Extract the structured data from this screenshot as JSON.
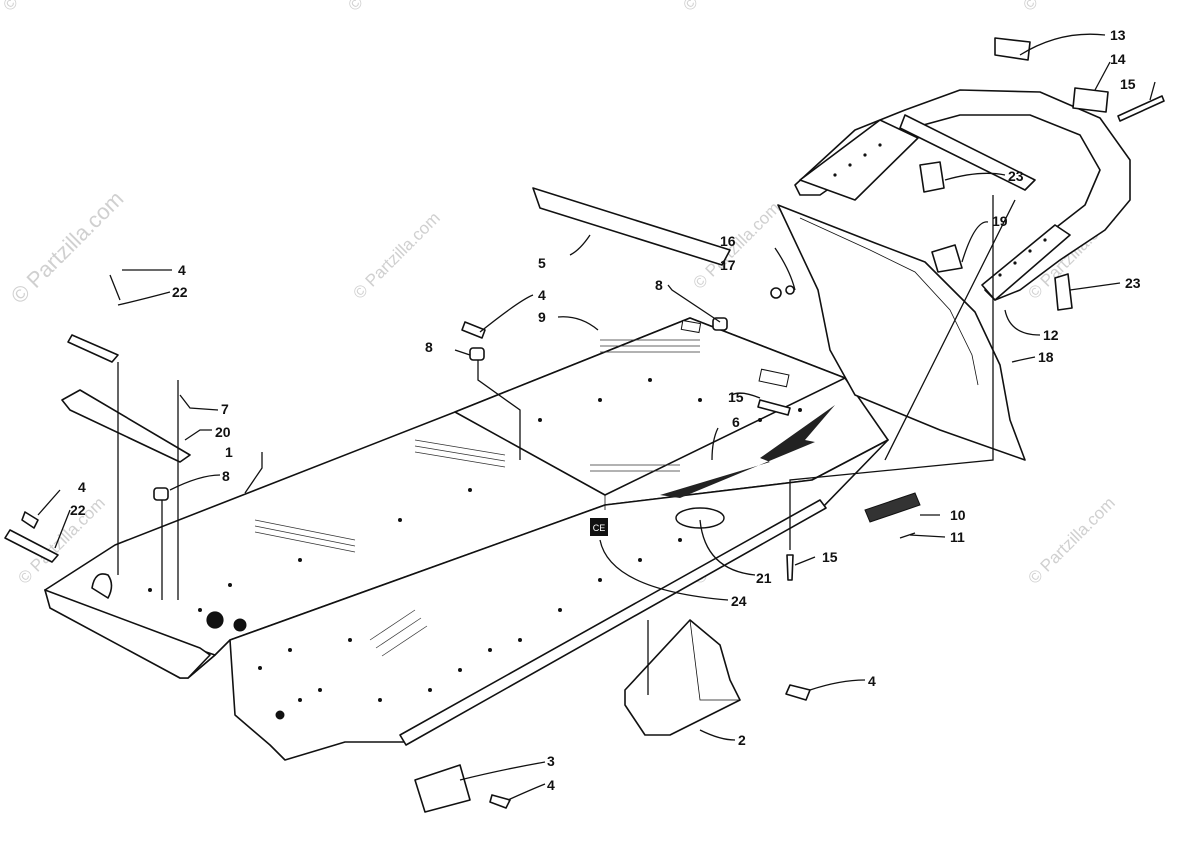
{
  "watermark": {
    "main_text": "© Partzilla.com",
    "tile_text": "© Partzilla.com",
    "color": "#d0d0d0"
  },
  "decal_text": "CE",
  "callouts": [
    {
      "id": "c1",
      "label": "1"
    },
    {
      "id": "c2",
      "label": "2"
    },
    {
      "id": "c3",
      "label": "3"
    },
    {
      "id": "c4a",
      "label": "4"
    },
    {
      "id": "c4b",
      "label": "4"
    },
    {
      "id": "c4c",
      "label": "4"
    },
    {
      "id": "c4d",
      "label": "4"
    },
    {
      "id": "c4e",
      "label": "4"
    },
    {
      "id": "c5",
      "label": "5"
    },
    {
      "id": "c6",
      "label": "6"
    },
    {
      "id": "c7",
      "label": "7"
    },
    {
      "id": "c8a",
      "label": "8"
    },
    {
      "id": "c8b",
      "label": "8"
    },
    {
      "id": "c8c",
      "label": "8"
    },
    {
      "id": "c9",
      "label": "9"
    },
    {
      "id": "c10",
      "label": "10"
    },
    {
      "id": "c11",
      "label": "11"
    },
    {
      "id": "c12",
      "label": "12"
    },
    {
      "id": "c13",
      "label": "13"
    },
    {
      "id": "c14",
      "label": "14"
    },
    {
      "id": "c15a",
      "label": "15"
    },
    {
      "id": "c15b",
      "label": "15"
    },
    {
      "id": "c15c",
      "label": "15"
    },
    {
      "id": "c16",
      "label": "16"
    },
    {
      "id": "c17",
      "label": "17"
    },
    {
      "id": "c18",
      "label": "18"
    },
    {
      "id": "c19",
      "label": "19"
    },
    {
      "id": "c20",
      "label": "20"
    },
    {
      "id": "c21",
      "label": "21"
    },
    {
      "id": "c22a",
      "label": "22"
    },
    {
      "id": "c22b",
      "label": "22"
    },
    {
      "id": "c23a",
      "label": "23"
    },
    {
      "id": "c23b",
      "label": "23"
    },
    {
      "id": "c24",
      "label": "24"
    }
  ]
}
